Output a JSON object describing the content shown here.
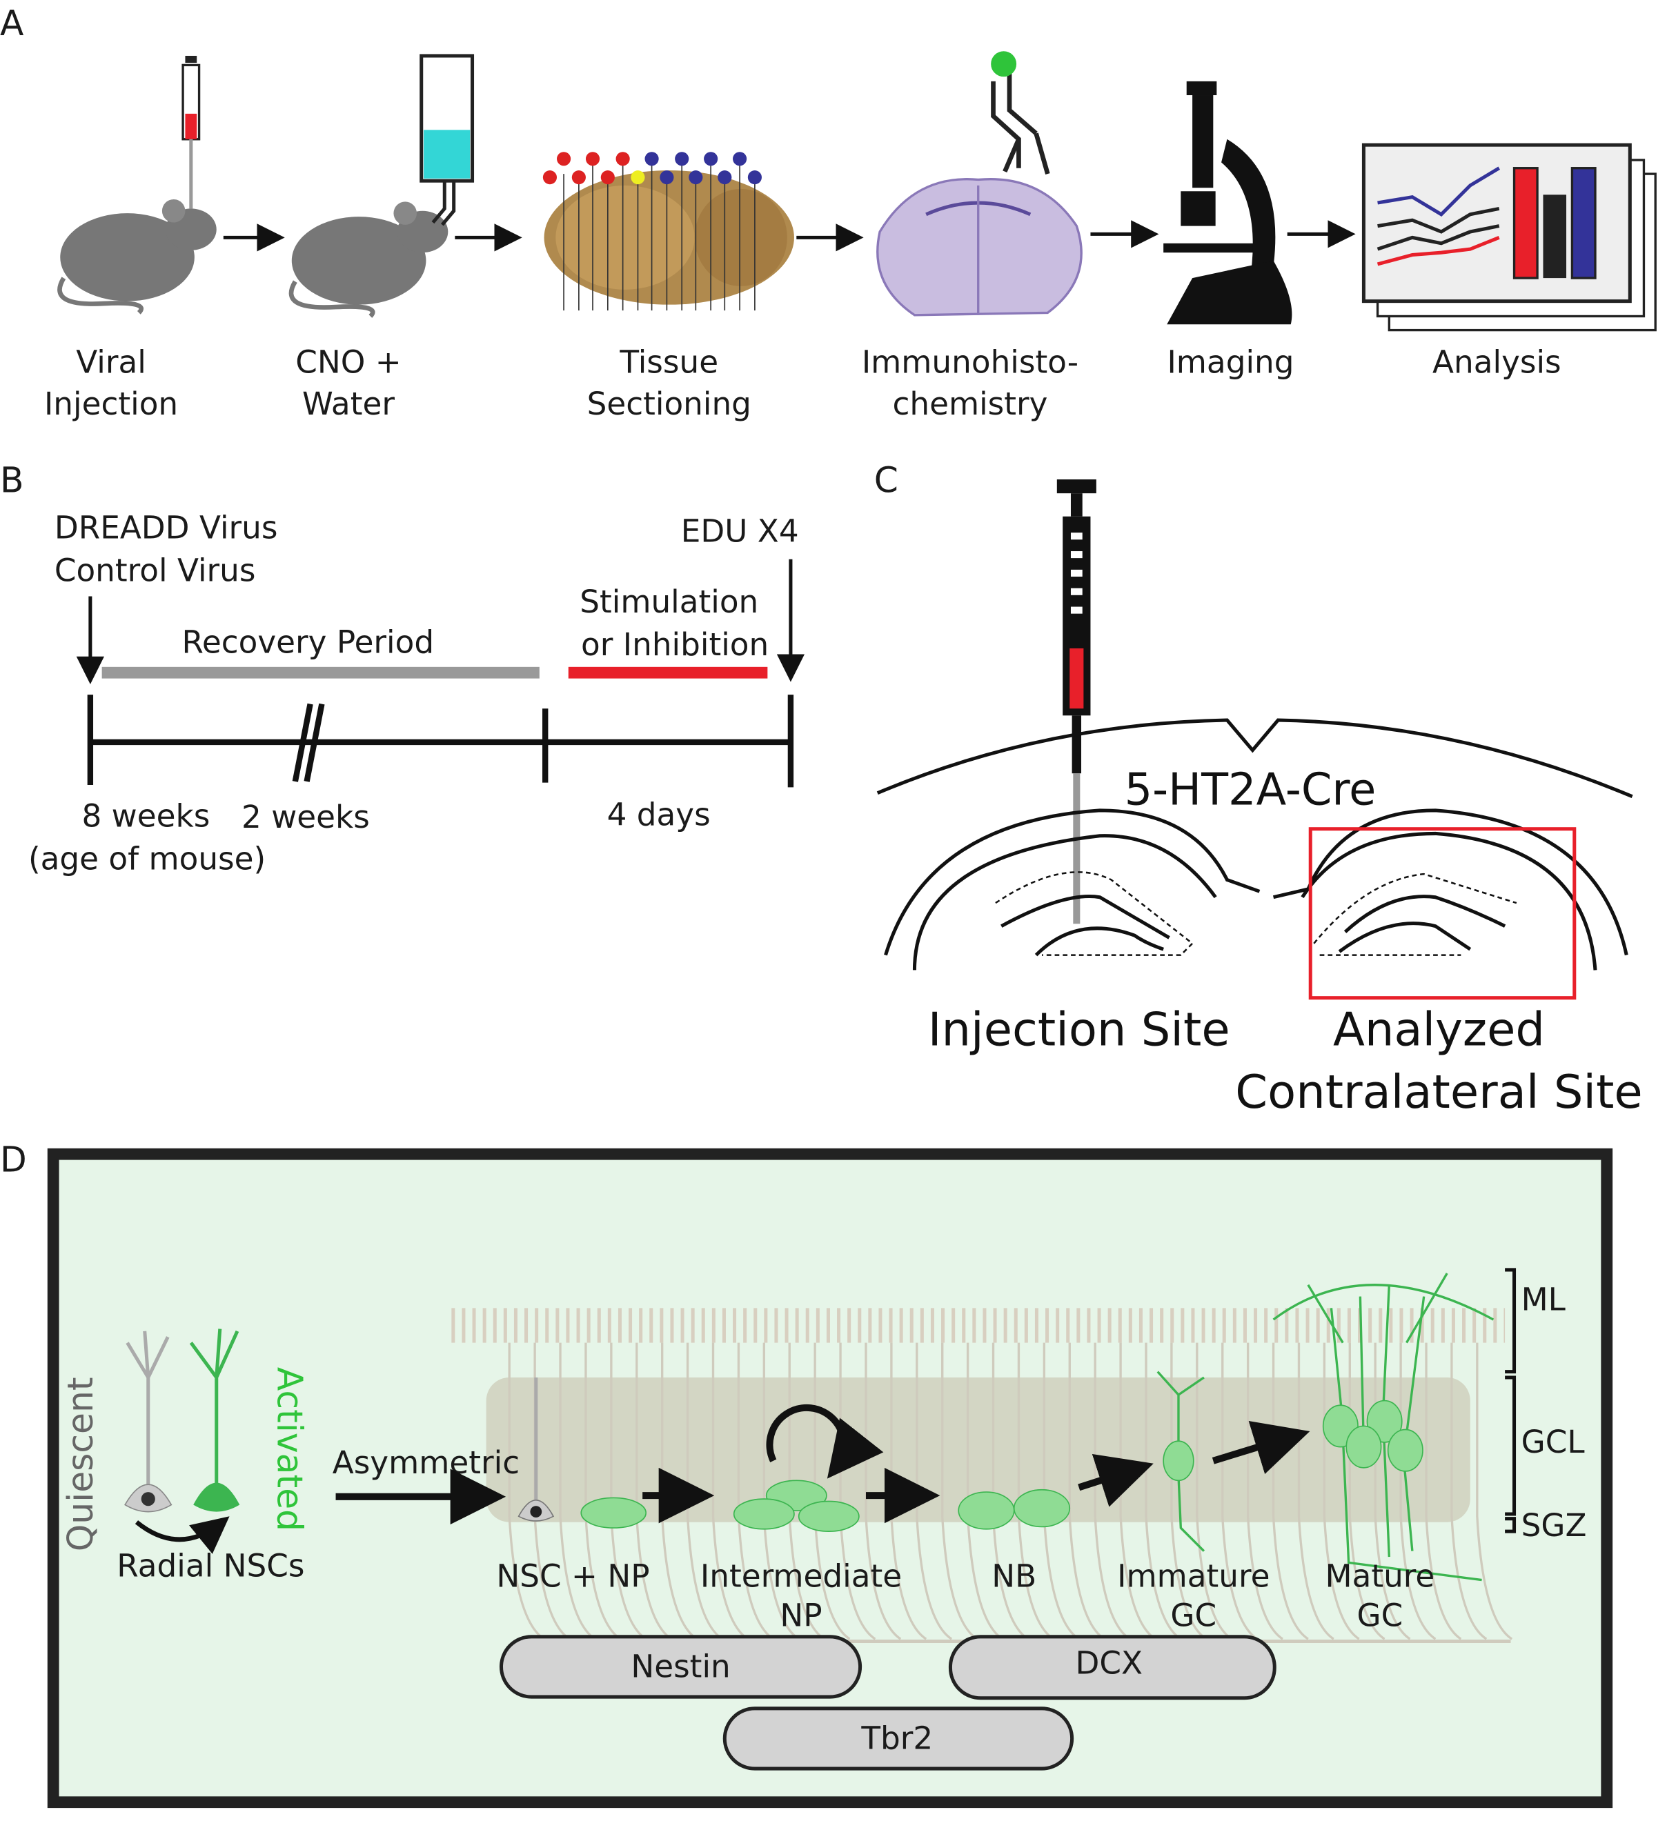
{
  "panels": {
    "a": {
      "label": "A",
      "steps": [
        {
          "line1": "Viral",
          "line2": "Injection"
        },
        {
          "line1": "CNO +",
          "line2": "Water"
        },
        {
          "line1": "Tissue",
          "line2": "Sectioning"
        },
        {
          "line1": "Immunohisto-",
          "line2": "chemistry"
        },
        {
          "line1": "Imaging"
        },
        {
          "line1": "Analysis"
        }
      ]
    },
    "b": {
      "label": "B",
      "virus1": "DREADD Virus",
      "virus2": "Control Virus",
      "edu": "EDU X4",
      "recovery": "Recovery Period",
      "stim1": "Stimulation",
      "stim2": "or Inhibition",
      "age1": "8 weeks",
      "age2": "(age of mouse)",
      "weeks": "2 weeks",
      "days": "4 days"
    },
    "c": {
      "label": "C",
      "mouse_line": "5-HT2A-Cre",
      "injection_site": "Injection Site",
      "analyzed1": "Analyzed",
      "analyzed2": "Contralateral Site"
    },
    "d": {
      "label": "D",
      "quiescent": "Quiescent",
      "activated": "Activated",
      "radial": "Radial NSCs",
      "asymmetric": "Asymmetric",
      "stages": [
        {
          "line1": "NSC + NP"
        },
        {
          "line1": "Intermediate",
          "line2": "NP"
        },
        {
          "line1": "NB"
        },
        {
          "line1": "Immature",
          "line2": "GC"
        },
        {
          "line1": "Mature",
          "line2": "GC"
        }
      ],
      "layers": [
        "ML",
        "GCL",
        "SGZ"
      ],
      "markers": [
        "Nestin",
        "DCX",
        "Tbr2"
      ]
    }
  },
  "colors": {
    "green": "#2fc43a",
    "red": "#e8202a",
    "gray": "#999999",
    "panel_bg": "#e6f5e8",
    "cyan": "#33d6d6"
  }
}
